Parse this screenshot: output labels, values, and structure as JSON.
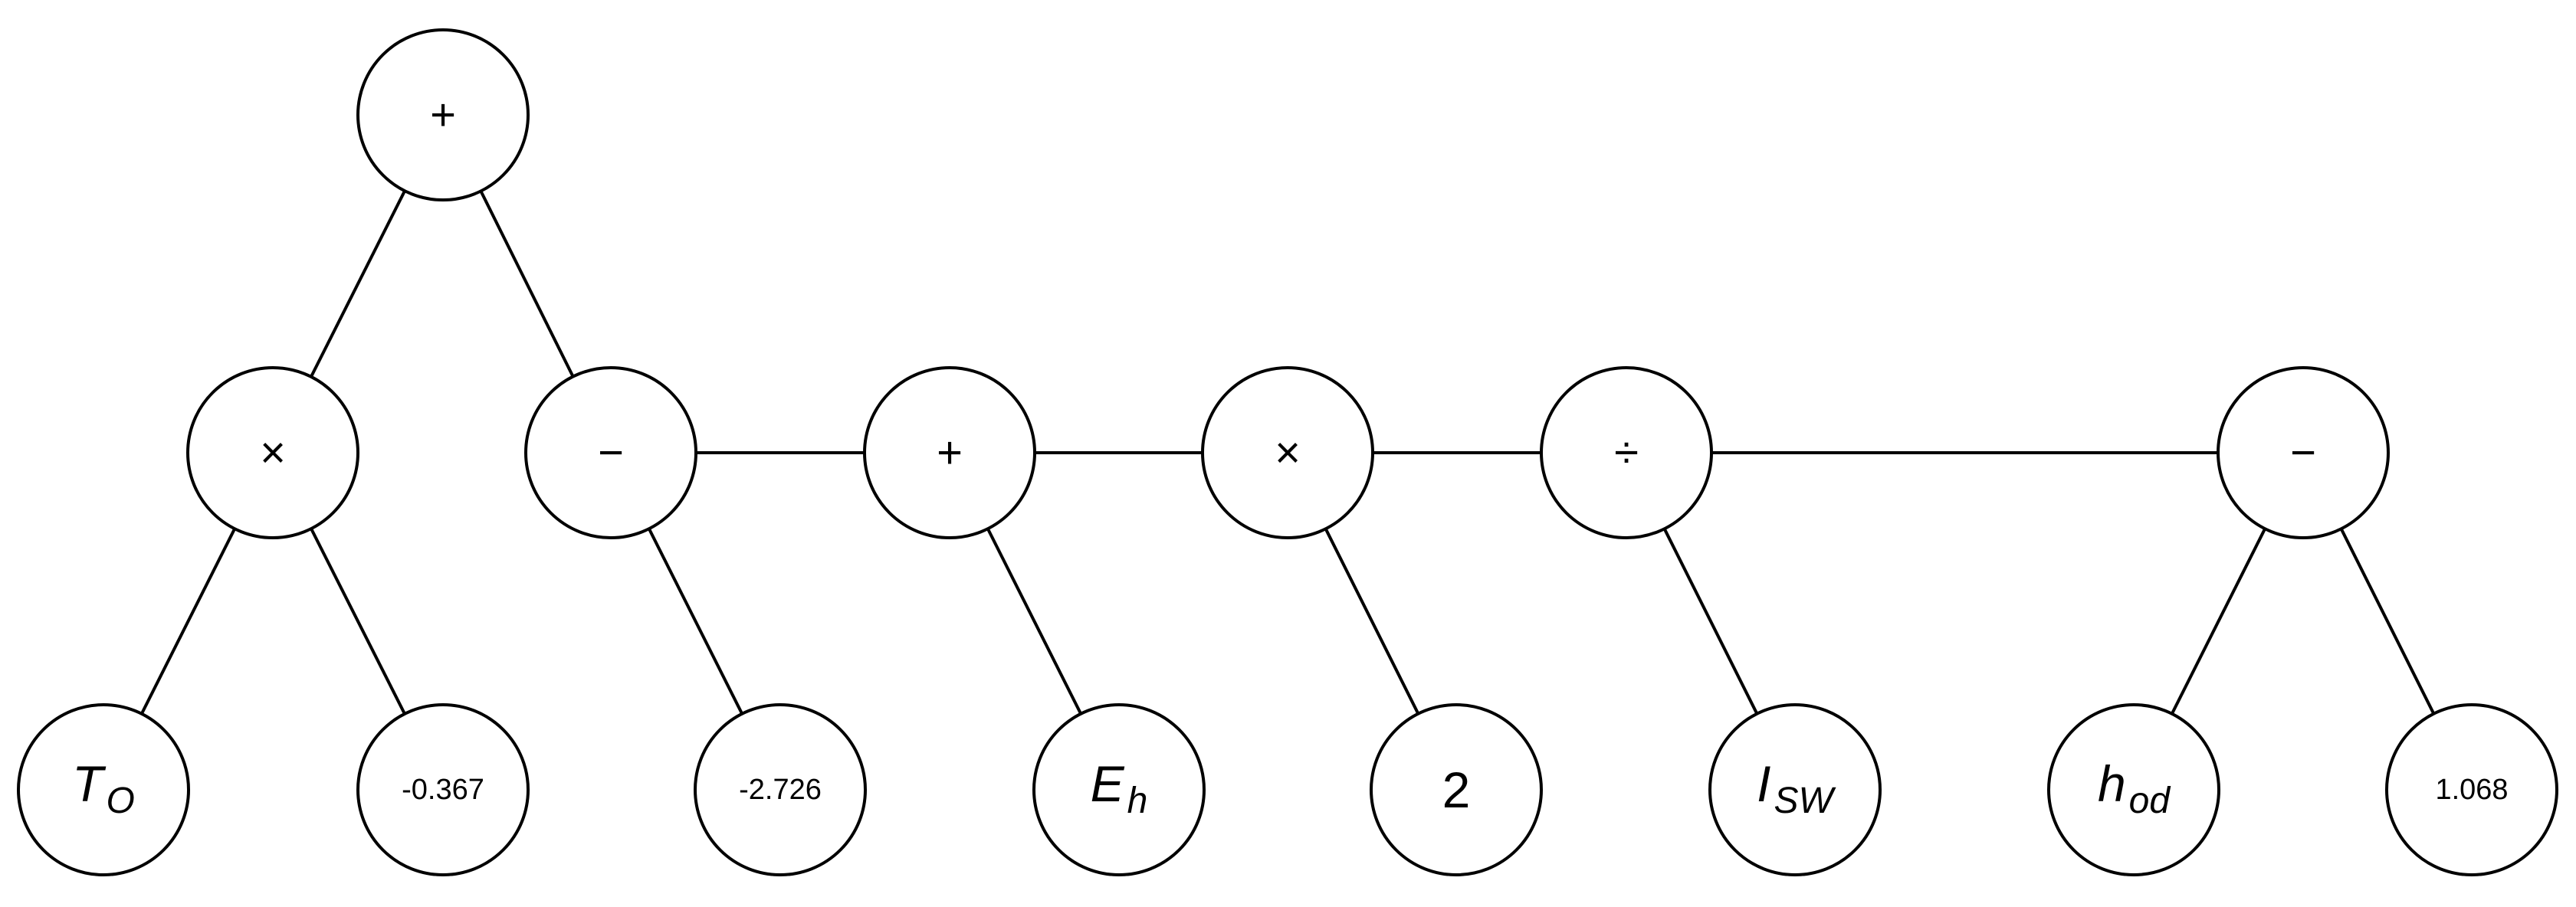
{
  "diagram": {
    "nodes": [
      {
        "id": "root",
        "kind": "op",
        "label": "+"
      },
      {
        "id": "mul1",
        "kind": "op",
        "label": "×"
      },
      {
        "id": "sub1",
        "kind": "op",
        "label": "−"
      },
      {
        "id": "add2",
        "kind": "op",
        "label": "+"
      },
      {
        "id": "mul2",
        "kind": "op",
        "label": "×"
      },
      {
        "id": "div1",
        "kind": "op",
        "label": "÷"
      },
      {
        "id": "sub2",
        "kind": "op",
        "label": "−"
      },
      {
        "id": "t_o",
        "kind": "var",
        "label": "T",
        "sub": "O"
      },
      {
        "id": "c1",
        "kind": "num",
        "label": "-0.367"
      },
      {
        "id": "c2",
        "kind": "num",
        "label": "-2.726"
      },
      {
        "id": "e_h",
        "kind": "var",
        "label": "E",
        "sub": "h"
      },
      {
        "id": "c3",
        "kind": "bignum",
        "label": "2"
      },
      {
        "id": "i_sw",
        "kind": "var",
        "label": "I",
        "sub": "SW"
      },
      {
        "id": "h_od",
        "kind": "var",
        "label": "h",
        "sub": "od"
      },
      {
        "id": "c4",
        "kind": "num",
        "label": "1.068"
      }
    ],
    "edges": [
      [
        "root",
        "mul1"
      ],
      [
        "root",
        "sub1"
      ],
      [
        "mul1",
        "t_o"
      ],
      [
        "mul1",
        "c1"
      ],
      [
        "sub1",
        "add2"
      ],
      [
        "sub1",
        "c2"
      ],
      [
        "add2",
        "mul2"
      ],
      [
        "add2",
        "e_h"
      ],
      [
        "mul2",
        "div1"
      ],
      [
        "mul2",
        "c3"
      ],
      [
        "div1",
        "sub2"
      ],
      [
        "div1",
        "i_sw"
      ],
      [
        "sub2",
        "h_od"
      ],
      [
        "sub2",
        "c4"
      ]
    ]
  }
}
